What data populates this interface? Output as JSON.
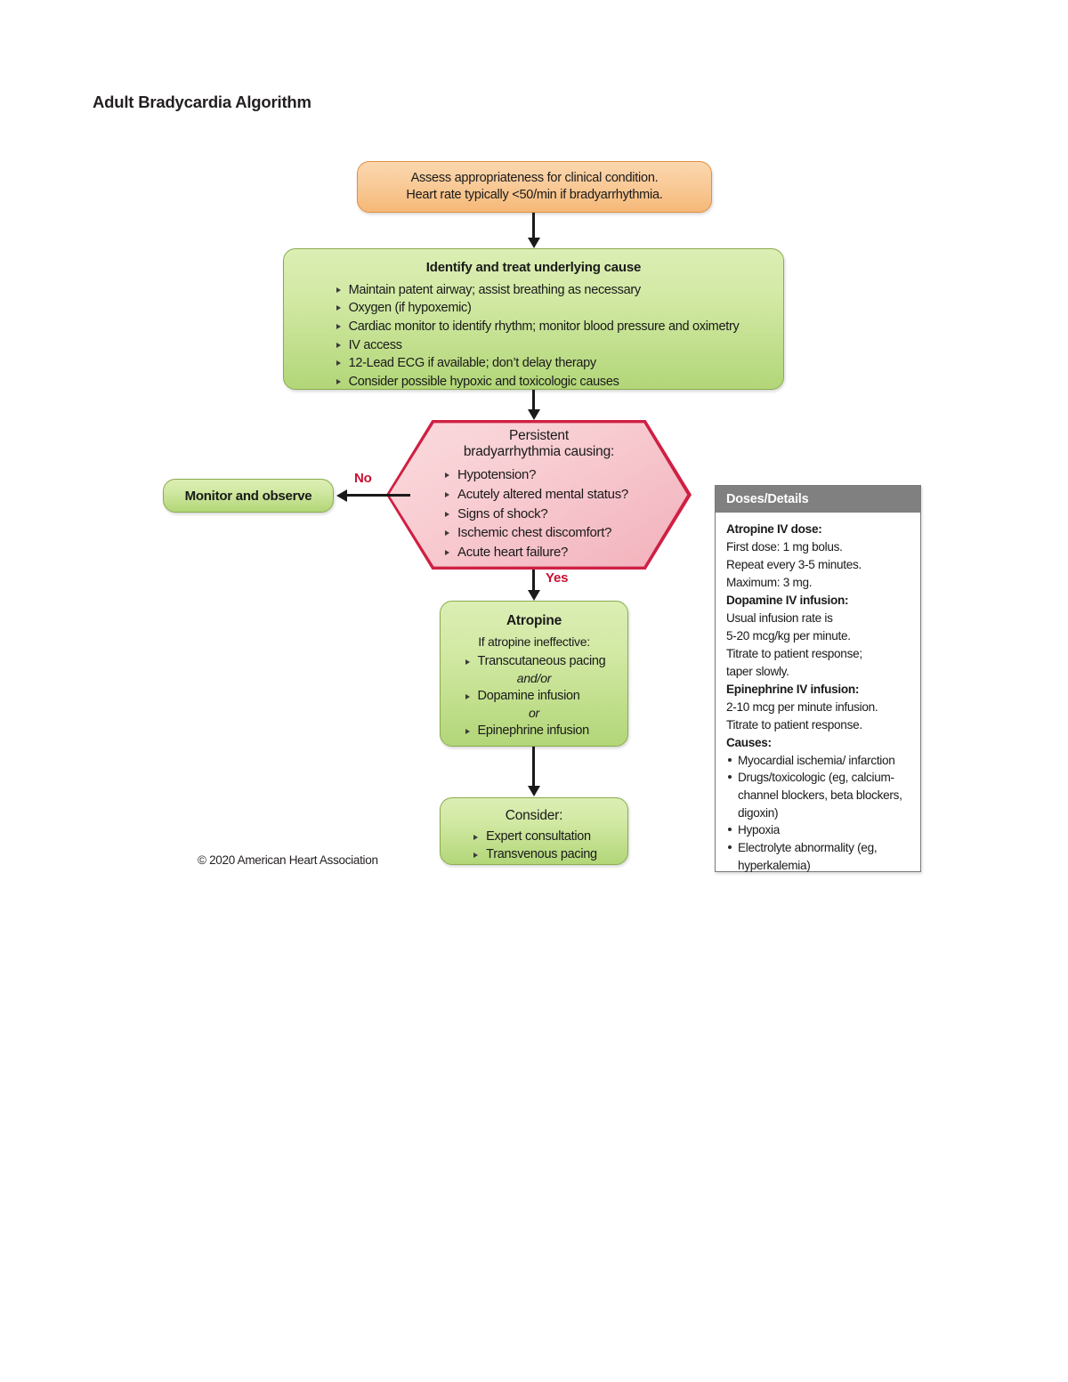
{
  "document": {
    "title": "Adult Bradycardia Algorithm",
    "copyright": "© 2020 American Heart Association"
  },
  "colors": {
    "orange_fill": "#f9cb99",
    "orange_border": "#e0913f",
    "green_fill": "#d2e9a4",
    "green_border": "#8aac4e",
    "pink_fill": "#f8cdd2",
    "pink_border": "#cf2044",
    "edge_label": "#c8102e",
    "panel_header": "#808080",
    "arrow": "#1a1a1a"
  },
  "flow": {
    "assess": {
      "line1": "Assess appropriateness for clinical condition.",
      "line2": "Heart rate typically <50/min if bradyarrhythmia."
    },
    "identify": {
      "title": "Identify and treat underlying cause",
      "bullets": [
        "Maintain patent airway; assist breathing as necessary",
        "Oxygen (if hypoxemic)",
        "Cardiac monitor to identify rhythm; monitor blood pressure and oximetry",
        "IV access",
        "12-Lead ECG if available; don’t delay therapy",
        "Consider possible hypoxic and toxicologic causes"
      ]
    },
    "persistent": {
      "title_line1": "Persistent",
      "title_line2": "bradyarrhythmia causing:",
      "bullets": [
        "Hypotension?",
        "Acutely altered mental status?",
        "Signs of shock?",
        "Ischemic chest discomfort?",
        "Acute heart failure?"
      ]
    },
    "monitor": {
      "label": "Monitor and observe"
    },
    "atropine": {
      "title": "Atropine",
      "lead": "If atropine ineffective:",
      "bullet1": "Transcutaneous pacing",
      "connector1": "and/or",
      "bullet2": "Dopamine infusion",
      "connector2": "or",
      "bullet3": "Epinephrine infusion"
    },
    "consider": {
      "title": "Consider:",
      "bullets": [
        "Expert consultation",
        "Transvenous pacing"
      ]
    },
    "edges": {
      "no_label": "No",
      "yes_label": "Yes"
    }
  },
  "doses_panel": {
    "header": "Doses/Details",
    "atropine_heading": "Atropine IV dose:",
    "atropine_lines": [
      "First dose: 1 mg bolus.",
      "Repeat every 3-5 minutes.",
      "Maximum: 3 mg."
    ],
    "dopamine_heading": "Dopamine IV infusion:",
    "dopamine_lines": [
      "Usual infusion rate is",
      "5-20 mcg/kg per minute.",
      "Titrate to patient response;",
      "taper slowly."
    ],
    "epinephrine_heading": "Epinephrine IV infusion:",
    "epinephrine_lines": [
      "2-10 mcg per minute infusion.",
      "Titrate to patient response."
    ],
    "causes_heading": "Causes:",
    "causes": [
      "Myocardial ischemia/ infarction",
      "Drugs/toxicologic (eg, calcium-channel blockers, beta blockers, digoxin)",
      "Hypoxia",
      "Electrolyte abnormality (eg, hyperkalemia)"
    ]
  }
}
